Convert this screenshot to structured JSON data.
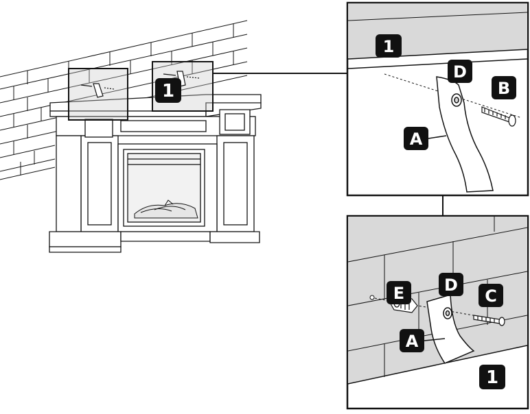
{
  "labels": {
    "part_a": "A",
    "part_b": "B",
    "part_c": "C",
    "part_d": "D",
    "part_e": "E",
    "step": "1"
  },
  "colors": {
    "ink": "#111111",
    "wall_gray": "#d9d9d9",
    "furniture": "#ffffff",
    "label_bg": "#111111",
    "label_text": "#ffffff"
  },
  "icons": {
    "bracket": "anti-tip-strap-icon",
    "screw": "wood-screw-icon",
    "anchor": "wall-anchor-icon",
    "washer": "washer-icon"
  }
}
